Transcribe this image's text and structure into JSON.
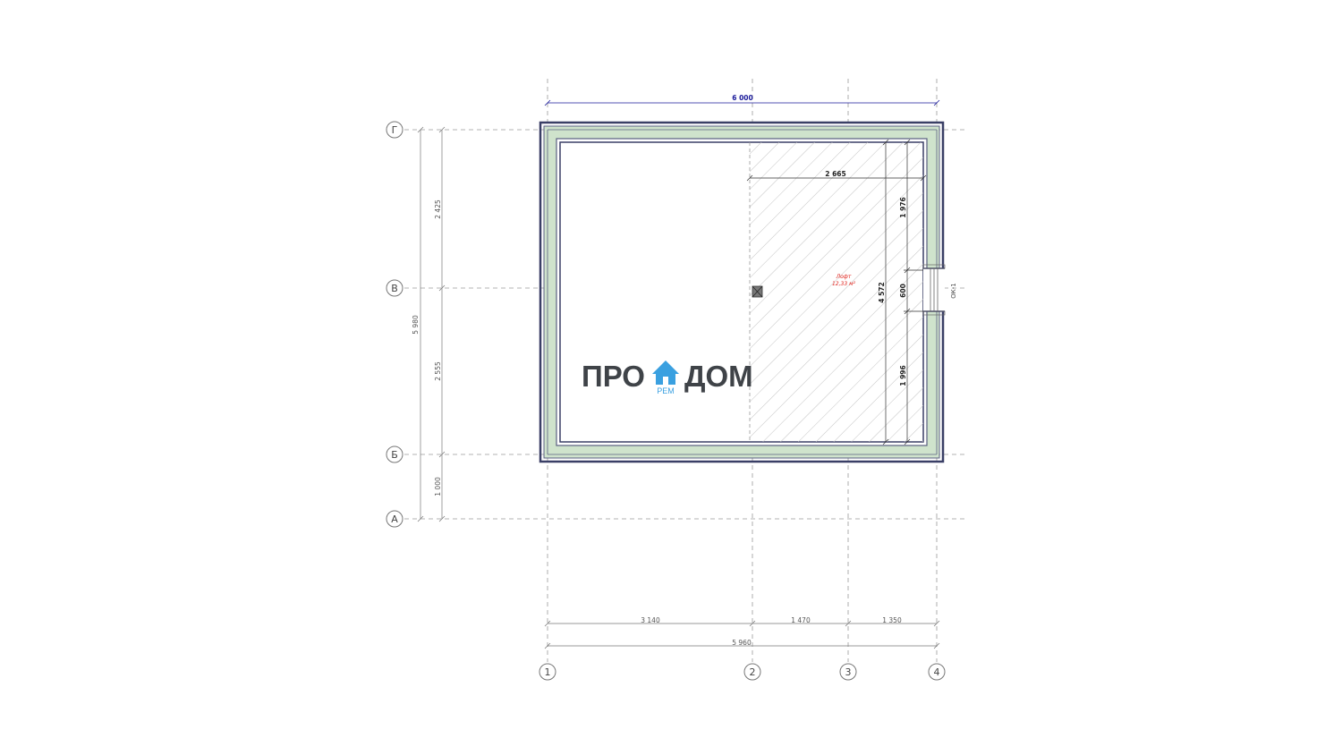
{
  "axes": {
    "rows": [
      "Г",
      "В",
      "Б",
      "А"
    ],
    "columns": [
      "1",
      "2",
      "3",
      "4"
    ]
  },
  "dimensions": {
    "top_total": "6 000",
    "left_total": "5 980",
    "left_segments": [
      "2 425",
      "2 555",
      "1 000"
    ],
    "bottom_segments": [
      "3 140",
      "1 470",
      "1 350"
    ],
    "bottom_total": "5 960",
    "loft_width": "2 665",
    "loft_depth": "4 572",
    "right_segments": [
      "1 976",
      "600",
      "1 996"
    ]
  },
  "room": {
    "name": "Лофт",
    "area": "12,33 м²",
    "color": "#e0231c"
  },
  "window": {
    "label": "ОК-1"
  },
  "logo": {
    "left_word": "ПРО",
    "right_word": "ДОМ",
    "sub_word": "РЕМ",
    "icon": "house-icon",
    "dark_color": "#3f4348",
    "accent_color": "#3aa0e0"
  },
  "colors": {
    "insulation": "#cfe3cc",
    "wall_line": "#3a3f66",
    "axis_line": "#9a9a9a",
    "top_dim": "#1a1a9a"
  }
}
